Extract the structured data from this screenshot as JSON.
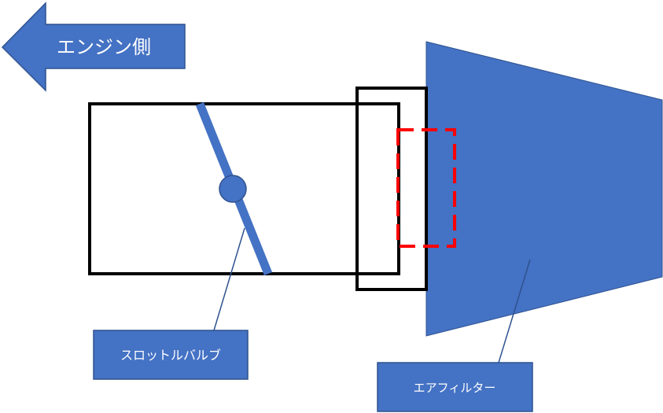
{
  "colors": {
    "blue": "#4472C4",
    "blue_dark": "#2F528F",
    "black": "#000000",
    "red": "#FF0000",
    "white": "#FFFFFF"
  },
  "labels": {
    "engine_side": "エンジン側",
    "throttle_valve": "スロットルバルブ",
    "air_filter": "エアフィルター"
  },
  "icons": {
    "engine_side_arrow": "left-arrow-icon"
  }
}
